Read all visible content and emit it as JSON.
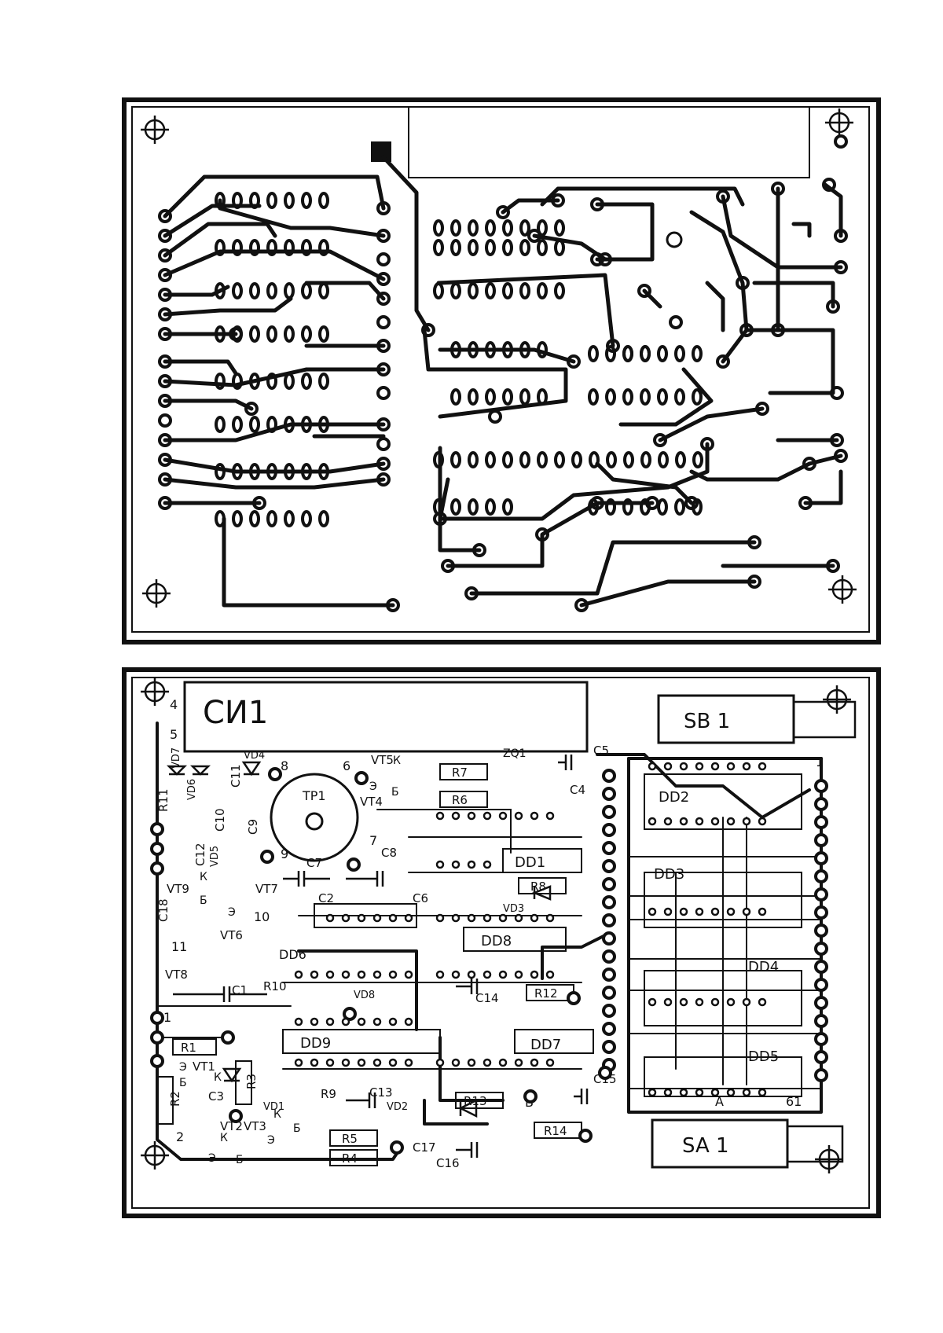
{
  "top_board": {},
  "bottom_board": {
    "display_label": "СИ1",
    "switch_top_label": "SB 1",
    "switch_bottom_label": "SA 1",
    "chips": [
      "DD1",
      "DD2",
      "DD3",
      "DD4",
      "DD5",
      "DD6",
      "DD7",
      "DD8",
      "DD9"
    ],
    "transformer": "TP1",
    "resistors": [
      "R1",
      "R2",
      "R3",
      "R4",
      "R5",
      "R6",
      "R7",
      "R8",
      "R9",
      "R10",
      "R11",
      "R12",
      "R13",
      "R14"
    ],
    "capacitors": [
      "C1",
      "C2",
      "C3",
      "C4",
      "C5",
      "C6",
      "C7",
      "C8",
      "C9",
      "C10",
      "C11",
      "C12",
      "C13",
      "C14",
      "C15",
      "C16",
      "C17",
      "C18"
    ],
    "transistors": [
      "VT1",
      "VT2",
      "VT3",
      "VT4",
      "VT5",
      "VT6",
      "VT7",
      "VT8",
      "VT9"
    ],
    "diodes": [
      "VD1",
      "VD2",
      "VD3",
      "VD4",
      "VD5",
      "VD6",
      "VD7",
      "VD8"
    ],
    "quartz": "ZQ1",
    "pin_numbers": [
      "1",
      "2",
      "4",
      "5",
      "6",
      "7",
      "8",
      "9",
      "10",
      "11",
      "61"
    ],
    "transistor_pins": [
      "Э",
      "Б",
      "К"
    ],
    "connector_first_pin": "1",
    "pin_a_label": "A",
    "pin_b_label": "B"
  }
}
